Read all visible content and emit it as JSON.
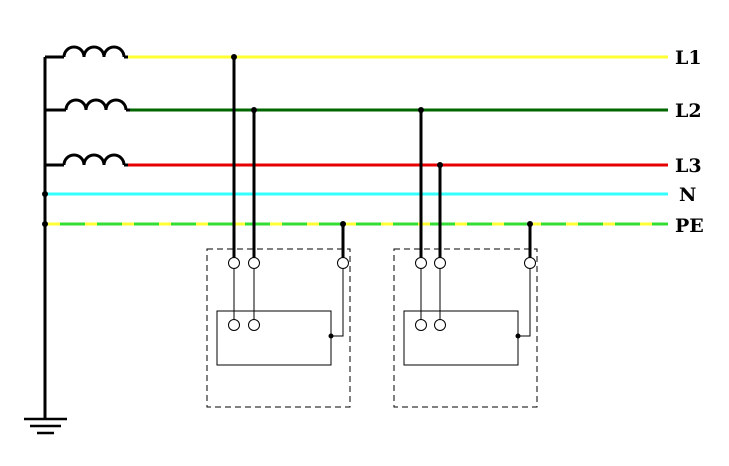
{
  "diagram": {
    "buses": [
      {
        "id": "l1",
        "label": "L1",
        "color": "#ffff33",
        "dashed": false
      },
      {
        "id": "l2",
        "label": "L2",
        "color": "#006600",
        "dashed": false
      },
      {
        "id": "l3",
        "label": "L3",
        "color": "#e60000",
        "dashed": false
      },
      {
        "id": "n",
        "label": "N",
        "color": "#33ffff",
        "dashed": false
      },
      {
        "id": "pe",
        "label": "PE",
        "color": "#ffff33",
        "dash_color": "#33dd33",
        "dashed": true
      }
    ],
    "wire_color": "#000000",
    "equipment_count": 2,
    "ground_symbol": "ground-icon",
    "coil_symbol": "coil-icon"
  }
}
